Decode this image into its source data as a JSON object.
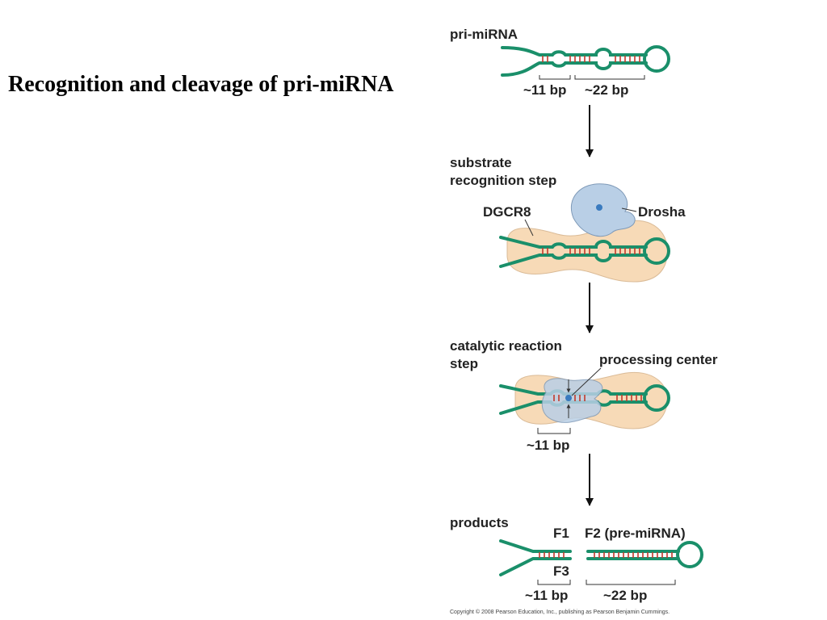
{
  "slide": {
    "title": "Recognition and cleavage of pri-miRNA"
  },
  "diagram": {
    "stage1": {
      "label": "pri-miRNA",
      "bracket_left": "~11 bp",
      "bracket_right": "~22 bp"
    },
    "stage2": {
      "label_line1": "substrate",
      "label_line2": "recognition step",
      "dgcr8": "DGCR8",
      "drosha": "Drosha"
    },
    "stage3": {
      "label_line1": "catalytic reaction",
      "label_line2": "step",
      "processing_center": "processing center",
      "bracket": "~11 bp"
    },
    "stage4": {
      "label": "products",
      "f1": "F1",
      "f2": "F2 (pre-miRNA)",
      "f3": "F3",
      "bracket_left": "~11 bp",
      "bracket_right": "~22 bp"
    },
    "copyright": "Copyright © 2008 Pearson Education, Inc., publishing as Pearson Benjamin Cummings."
  },
  "colors": {
    "rna_strand": "#1a8f6a",
    "base_pair": "#c0392b",
    "dgcr8": "#f7d6b0",
    "drosha": "#b9cfe6"
  }
}
